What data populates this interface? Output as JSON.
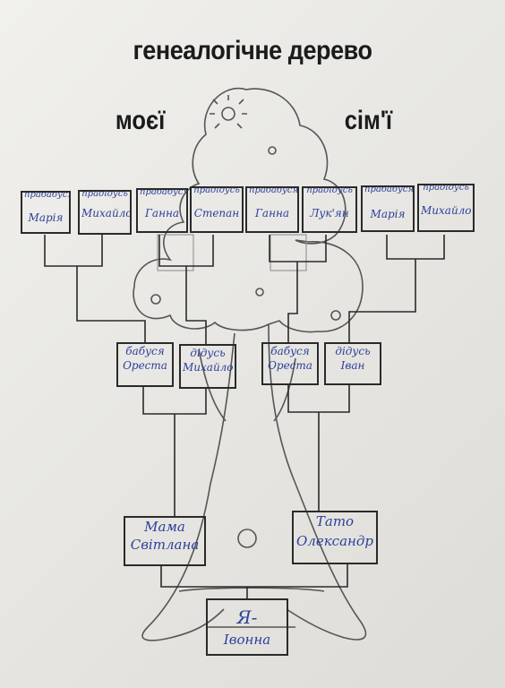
{
  "title": "генеалогічне дерево",
  "subtitle_left": "моєї",
  "subtitle_right": "сім'ї",
  "great_grandparents": [
    {
      "role": "прабабуся",
      "name": "Марія"
    },
    {
      "role": "прадідусь",
      "name": "Михайло"
    },
    {
      "role": "прабабуся",
      "name": "Ганна"
    },
    {
      "role": "прадідусь",
      "name": "Степан"
    },
    {
      "role": "прабабуся",
      "name": "Ганна"
    },
    {
      "role": "прадідусь",
      "name": "Лук'ян"
    },
    {
      "role": "прабабуся",
      "name": "Марія"
    },
    {
      "role": "прадідусь",
      "name": "Михайло"
    }
  ],
  "grandparents": [
    {
      "role": "бабуся",
      "name": "Ореста"
    },
    {
      "role": "дідусь",
      "name": "Михайло"
    },
    {
      "role": "бабуся",
      "name": "Ореста"
    },
    {
      "role": "дідусь",
      "name": "Іван"
    }
  ],
  "parents": [
    {
      "role": "Мама",
      "name": "Світлана"
    },
    {
      "role": "Тато",
      "name": "Олександр"
    }
  ],
  "child": {
    "role": "Я-",
    "name": "Івонна"
  }
}
